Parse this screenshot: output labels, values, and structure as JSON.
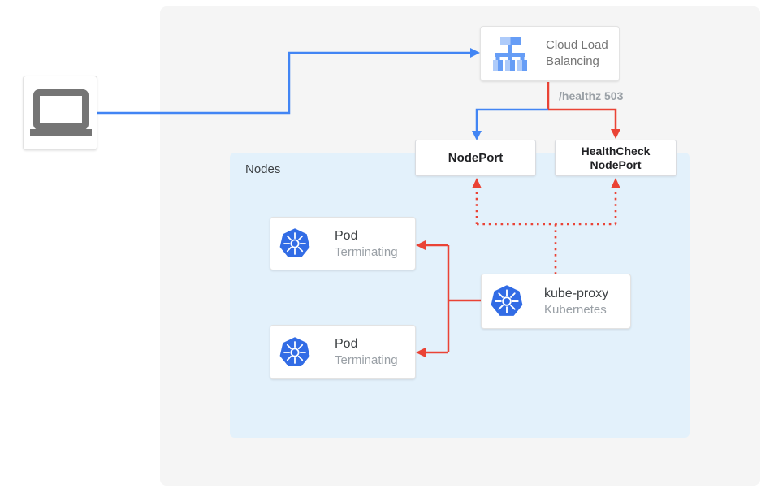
{
  "client": {
    "icon": "laptop-icon"
  },
  "load_balancer": {
    "icon": "cloud-load-balancing-icon",
    "label_line1": "Cloud Load",
    "label_line2": "Balancing"
  },
  "health_check_label": "/healthz 503",
  "nodeport": {
    "label": "NodePort"
  },
  "healthcheck_nodeport": {
    "label_line1": "HealthCheck",
    "label_line2": "NodePort"
  },
  "nodes_panel": {
    "label": "Nodes"
  },
  "pods": [
    {
      "title": "Pod",
      "status": "Terminating",
      "icon": "kubernetes-icon"
    },
    {
      "title": "Pod",
      "status": "Terminating",
      "icon": "kubernetes-icon"
    }
  ],
  "kube_proxy": {
    "title": "kube-proxy",
    "subtitle": "Kubernetes",
    "icon": "kubernetes-icon"
  },
  "colors": {
    "blue_arrow": "#4285F4",
    "red_arrow": "#EA4335",
    "outer_panel": "#F5F5F5",
    "nodes_panel": "#E3F1FB",
    "kubernetes_blue": "#326CE5",
    "lb_icon_light": "#AECBFA",
    "lb_icon_medium": "#669DF6",
    "laptop_gray": "#757575"
  }
}
